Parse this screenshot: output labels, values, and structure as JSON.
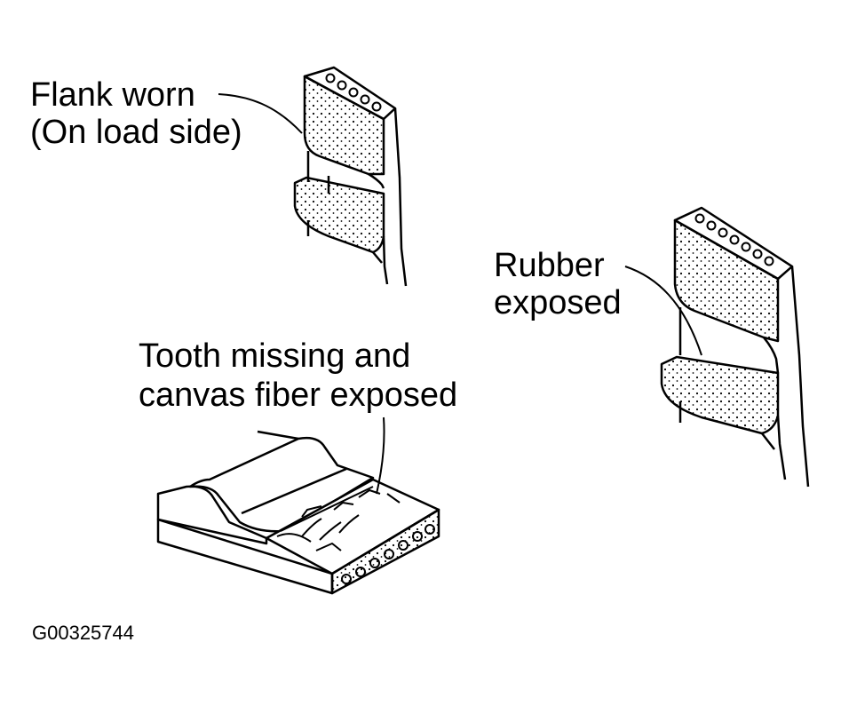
{
  "labels": {
    "flank_line1": "Flank worn",
    "flank_line2": "(On load side)",
    "rubber_line1": "Rubber",
    "rubber_line2": "exposed",
    "tooth_line1": "Tooth missing and",
    "tooth_line2": "canvas fiber exposed"
  },
  "figure_code": "G00325744",
  "colors": {
    "ink": "#000000",
    "background": "#ffffff"
  }
}
